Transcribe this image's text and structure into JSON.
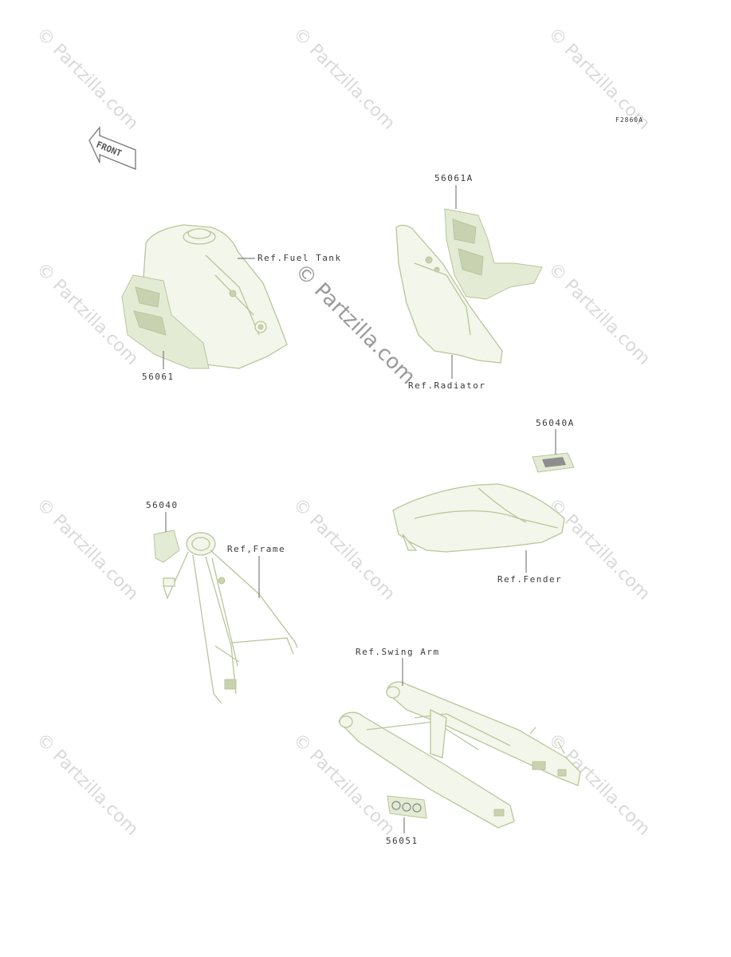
{
  "watermark": "© Partzilla.com",
  "diagram_code": "F2860A",
  "front_label": "FRONT",
  "labels": {
    "fuel_tank": "Ref.Fuel Tank",
    "part_56061": "56061",
    "part_56061A": "56061A",
    "radiator": "Ref.Radiator",
    "part_56040A": "56040A",
    "part_56040": "56040",
    "frame": "Ref,Frame",
    "fender": "Ref.Fender",
    "swing_arm": "Ref.Swing Arm",
    "part_56051": "56051"
  }
}
